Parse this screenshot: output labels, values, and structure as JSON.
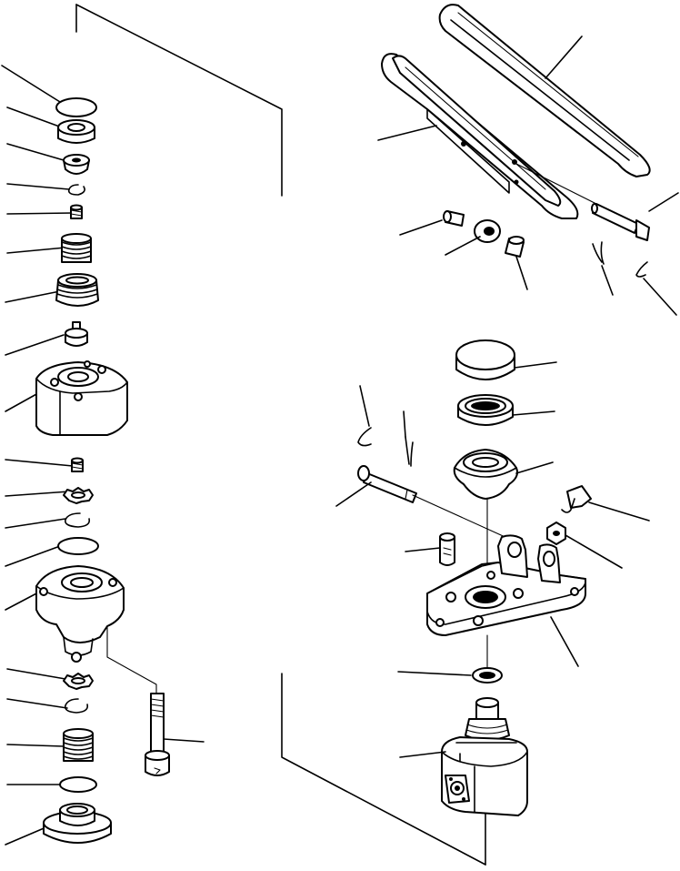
{
  "diagram": {
    "type": "exploded-parts-view",
    "labels": [],
    "colors": {
      "ink": "#000000",
      "paper": "#ffffff"
    },
    "parts": {
      "left_stack": [
        "o-ring",
        "bushing",
        "retainer",
        "snap-ring",
        "small-spring",
        "spring",
        "large-spring",
        "plunger",
        "valve-body-upper",
        "small-spring",
        "lock-washer",
        "snap-ring",
        "o-ring",
        "valve-body-lower",
        "lock-washer",
        "snap-ring",
        "spring",
        "o-ring",
        "cap"
      ],
      "right_group": [
        "pedal-cover",
        "pedal",
        "pin",
        "bushing",
        "collar",
        "pin",
        "cotter-pin",
        "cotter-pin",
        "dust-cap",
        "seal",
        "boot",
        "cotter-pin",
        "pin",
        "cap-screw",
        "bolt",
        "nut",
        "bracket",
        "o-ring",
        "valve-assembly"
      ]
    }
  }
}
